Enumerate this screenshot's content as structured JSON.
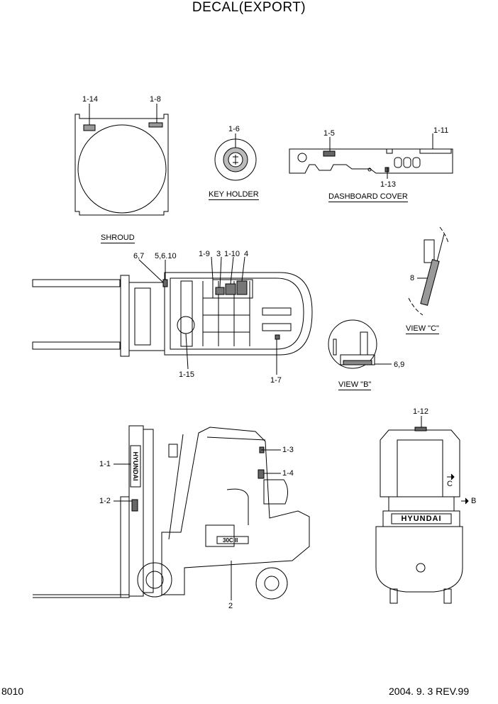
{
  "title": "DECAL(EXPORT)",
  "page_number": "8010",
  "revision": "2004. 9. 3 REV.99",
  "views": {
    "key_holder": "KEY HOLDER",
    "dashboard_cover": "DASHBOARD COVER",
    "shroud": "SHROUD",
    "view_c": "VIEW \"C\"",
    "view_b": "VIEW \"B\""
  },
  "callouts": {
    "c1_14": "1-14",
    "c1_8": "1-8",
    "c1_6": "1-6",
    "c1_5": "1-5",
    "c1_11": "1-11",
    "c1_13": "1-13",
    "c6_7": "6,7",
    "c5_6_10": "5,6.10",
    "c1_9": "1-9",
    "c3": "3",
    "c1_10": "1-10",
    "c4": "4",
    "c8": "8",
    "c6_9": "6,9",
    "c1_15": "1-15",
    "c1_7": "1-7",
    "c1_12": "1-12",
    "c1_1": "1-1",
    "c1_2": "1-2",
    "c1_3": "1-3",
    "c1_4": "1-4",
    "c2": "2",
    "cC": "C",
    "cB": "B"
  },
  "brand_marks": {
    "mast_logo": "HYUNDAI",
    "rear_logo": "HYUNDAI",
    "model_badge": "30C II"
  }
}
